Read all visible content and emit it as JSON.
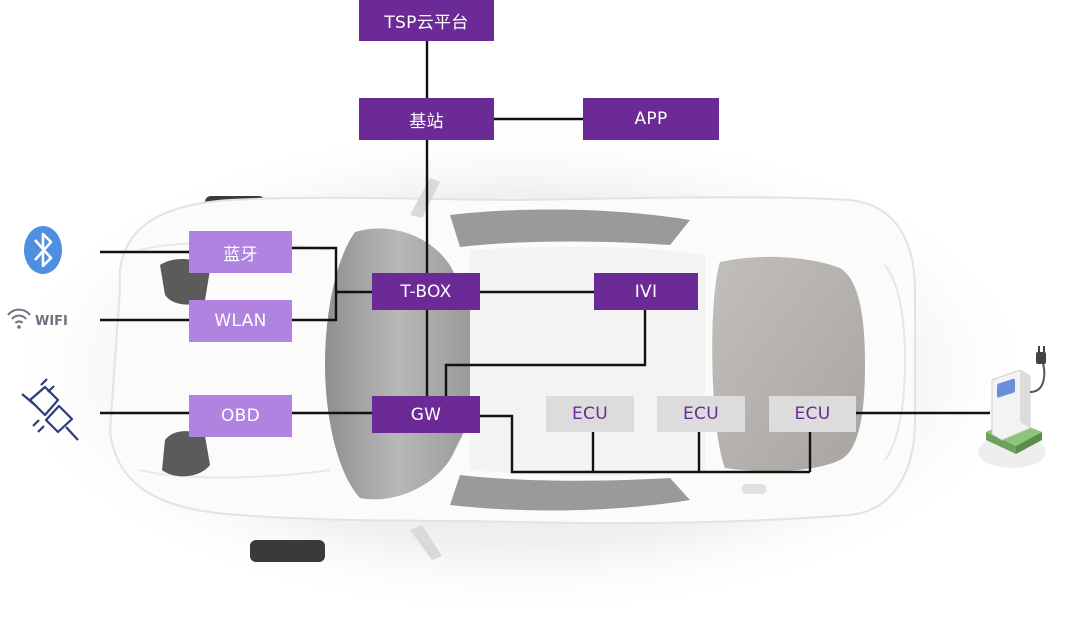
{
  "nodes": {
    "tsp": "TSP云平台",
    "base_station": "基站",
    "app": "APP",
    "bluetooth": "蓝牙",
    "wlan": "WLAN",
    "tbox": "T-BOX",
    "ivi": "IVI",
    "obd": "OBD",
    "gw": "GW",
    "ecu_1": "ECU",
    "ecu_2": "ECU",
    "ecu_3": "ECU"
  },
  "icons": {
    "bluetooth": "bluetooth-icon",
    "wifi": "wifi-icon",
    "wifi_label": "WIFI",
    "connector": "plug-connector-icon",
    "charger": "charging-station-icon"
  },
  "colors": {
    "dark_purple": "#6b2a96",
    "light_purple": "#b083e0",
    "ecu_gray": "#dcdcdc",
    "line": "#111111"
  }
}
